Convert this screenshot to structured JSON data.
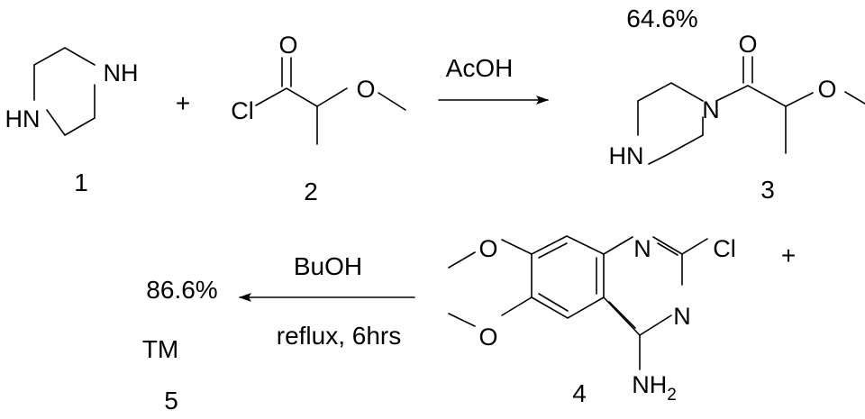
{
  "compounds": {
    "c1": {
      "number": "1",
      "atoms": {
        "nh": "NH",
        "hn": "HN"
      }
    },
    "c2": {
      "number": "2",
      "atoms": {
        "o_carbonyl": "O",
        "cl": "Cl",
        "o_ether": "O"
      }
    },
    "c3": {
      "number": "3",
      "yield": "64.6%",
      "atoms": {
        "o_carbonyl": "O",
        "o_ether": "O",
        "n": "N",
        "hn": "HN"
      }
    },
    "c4": {
      "number": "4",
      "atoms": {
        "o_top": "O",
        "o_bottom": "O",
        "n_top": "N",
        "n_right": "N",
        "cl": "Cl",
        "nh2": "NH",
        "nh2_sub": "2"
      }
    },
    "c5": {
      "number": "5",
      "yield": "86.6%",
      "label": "TM"
    }
  },
  "plus_signs": [
    "+",
    "+"
  ],
  "reaction1": {
    "reagent": "AcOH"
  },
  "reaction2": {
    "reagent": "BuOH",
    "conditions": "reflux, 6hrs"
  }
}
